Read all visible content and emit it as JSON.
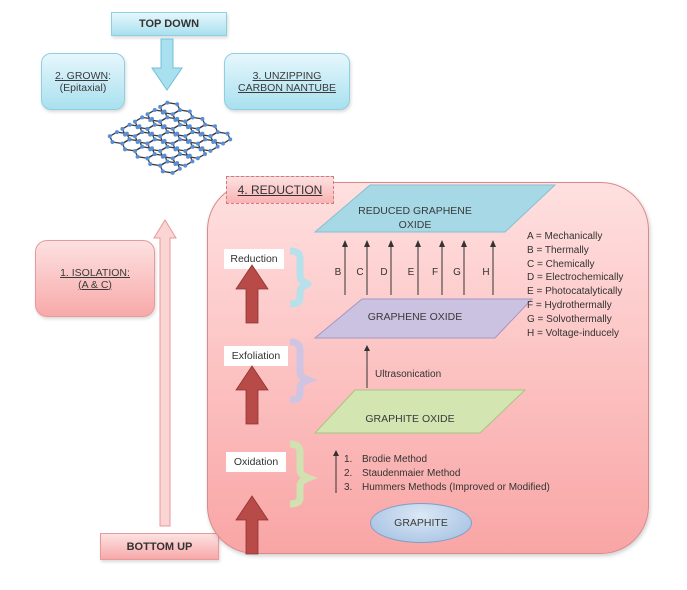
{
  "top_down": {
    "label": "TOP DOWN"
  },
  "bottom_up": {
    "label": "BOTTOM UP"
  },
  "grown": {
    "title": "2. GROWN",
    "suffix": ":",
    "subtitle": "(Epitaxial)"
  },
  "unzipping": {
    "line1": "3. UNZIPPING",
    "line2": "CARBON NANTUBE"
  },
  "isolation": {
    "line1": "1. ISOLATION:",
    "line2": "(A & C)"
  },
  "reduction_panel": {
    "title": "4. REDUCTION"
  },
  "stages": [
    {
      "label": "Reduction",
      "color": "#b6e0ea"
    },
    {
      "label": "Exfoliation",
      "color": "#cfc4e2"
    },
    {
      "label": "Oxidation",
      "color": "#cfe2b0"
    }
  ],
  "products": {
    "rgo": {
      "line1": "REDUCED GRAPHENE",
      "line2": "OXIDE",
      "color": "#9bd3e2"
    },
    "go": {
      "label": "GRAPHENE OXIDE",
      "color": "#c3b6db"
    },
    "gto": {
      "label": "GRAPHITE OXIDE",
      "color": "#c8e0a0"
    },
    "graphite": {
      "label": "GRAPHITE",
      "color": "#a9c4e4"
    }
  },
  "reduction_arrows": [
    "B",
    "C",
    "D",
    "E",
    "F",
    "G",
    "H"
  ],
  "legend": [
    "A = Mechanically",
    "B = Thermally",
    "C = Chemically",
    "D = Electrochemically",
    "E = Photocatalytically",
    "F = Hydrothermally",
    "G = Solvothermally",
    "H = Voltage-inducely"
  ],
  "exfoliation_method": "Ultrasonication",
  "oxidation_methods": [
    {
      "num": "1.",
      "text": "Brodie Method"
    },
    {
      "num": "2.",
      "text": "Staudenmaier Method"
    },
    {
      "num": "3.",
      "text": "Hummers Methods (Improved or Modified)"
    }
  ],
  "colors": {
    "stage_arrow": "#b84a48",
    "lattice_bond": "#3a3a3a",
    "lattice_atom": "#5a8fd6"
  }
}
